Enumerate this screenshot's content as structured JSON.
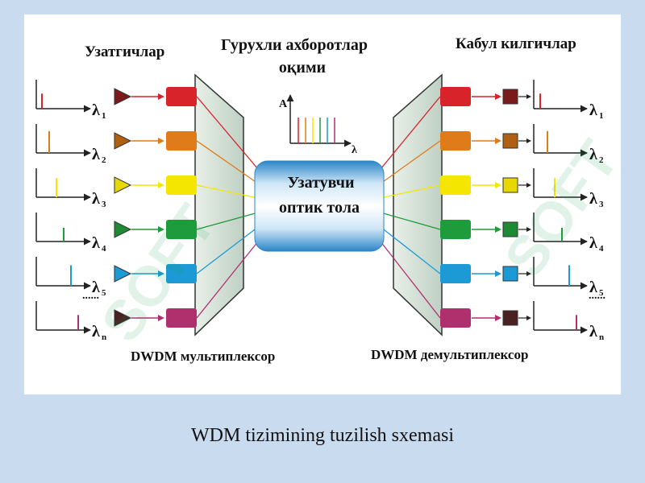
{
  "labels": {
    "transmitters": "Узатгичлар",
    "group_stream_line1": "Гурухли ахборотлар",
    "group_stream_line2": "оқими",
    "receivers": "Кабул килгичлар",
    "fiber_line1": "Узатувчи",
    "fiber_line2": "оптик тола",
    "mux": "DWDM мультиплексор",
    "demux": "DWDM демультиплексор",
    "spectrum_y": "A",
    "spectrum_x": "λ",
    "dots": "......"
  },
  "caption": "WDM tizimining tuzilish sxemasi",
  "watermark": "SOFT",
  "channels": [
    {
      "symbol": "λ",
      "sub": "1",
      "color": "#d8232a",
      "tri": "#7a1a1a",
      "peak": 0.55
    },
    {
      "symbol": "λ",
      "sub": "2",
      "color": "#e07b1a",
      "tri": "#b06010",
      "peak": 0.8
    },
    {
      "symbol": "λ",
      "sub": "3",
      "color": "#f5e600",
      "tri": "#e6d800",
      "peak": 0.7
    },
    {
      "symbol": "λ",
      "sub": "4",
      "color": "#1e9b3a",
      "tri": "#1e8a34",
      "peak": 0.5
    },
    {
      "symbol": "λ",
      "sub": "5",
      "color": "#1b9ad6",
      "tri": "#1b9ad6",
      "peak": 0.75
    },
    {
      "symbol": "λ",
      "sub": "n",
      "color": "#b0306e",
      "tri": "#4a2020",
      "peak": 0.55
    }
  ]
}
